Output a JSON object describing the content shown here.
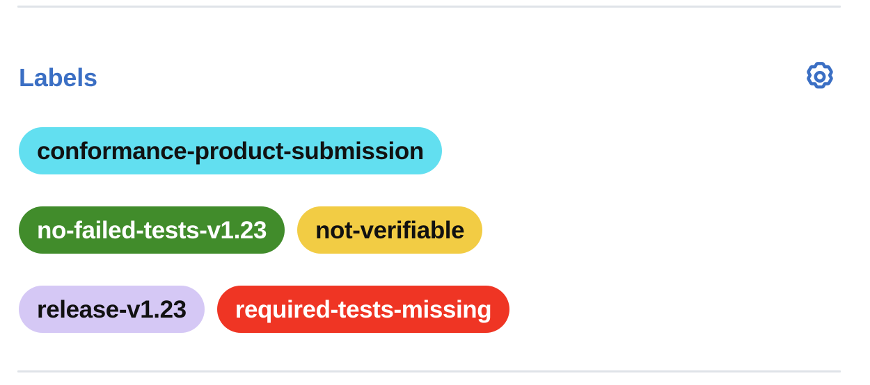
{
  "panel": {
    "title": "Labels",
    "settings_icon": "gear-icon",
    "title_color": "#3b6fc4",
    "divider_color": "#dfe3e8"
  },
  "labels": [
    {
      "text": "conformance-product-submission",
      "bg": "#62dff0",
      "fg": "#111111",
      "row": 1
    },
    {
      "text": "no-failed-tests-v1.23",
      "bg": "#418c2b",
      "fg": "#ffffff",
      "row": 2
    },
    {
      "text": "not-verifiable",
      "bg": "#f2cc44",
      "fg": "#111111",
      "row": 2
    },
    {
      "text": "release-v1.23",
      "bg": "#d5c8f5",
      "fg": "#111111",
      "row": 3
    },
    {
      "text": "required-tests-missing",
      "bg": "#ef3524",
      "fg": "#ffffff",
      "row": 3
    }
  ]
}
